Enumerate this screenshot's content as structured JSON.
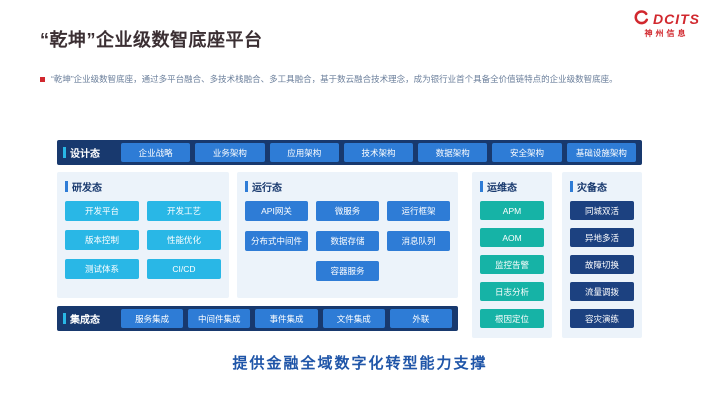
{
  "logo": {
    "brand": "DCITS",
    "company": "神州信息"
  },
  "slide": {
    "title": "“乾坤”企业级数智底座平台",
    "intro": "“乾坤”企业级数智底座，通过多平台融合、多技术栈融合、多工具融合，基于数云融合技术理念，成为银行业首个具备全价值链特点的企业级数智底座。",
    "footer": "提供金融全域数字化转型能力支撑"
  },
  "diagram": {
    "design": {
      "label": "设计态",
      "items": [
        "企业战略",
        "业务架构",
        "应用架构",
        "技术架构",
        "数据架构",
        "安全架构",
        "基础设施架构"
      ]
    },
    "dev": {
      "label": "研发态",
      "items": [
        "开发平台",
        "开发工艺",
        "版本控制",
        "性能优化",
        "测试体系",
        "CI/CD"
      ]
    },
    "runtime": {
      "label": "运行态",
      "items": [
        "API网关",
        "微服务",
        "运行框架",
        "分布式中间件",
        "数据存储",
        "消息队列",
        "容器服务"
      ]
    },
    "ops": {
      "label": "运维态",
      "items": [
        "APM",
        "AOM",
        "监控告警",
        "日志分析",
        "根因定位"
      ]
    },
    "disaster": {
      "label": "灾备态",
      "items": [
        "同城双活",
        "异地多活",
        "故障切换",
        "流量调拨",
        "容灾演练"
      ]
    },
    "integration": {
      "label": "集成态",
      "items": [
        "服务集成",
        "中间件集成",
        "事件集成",
        "文件集成",
        "外联"
      ]
    }
  },
  "colors": {
    "navy": "#18396e",
    "blue": "#2e7cd6",
    "cyan": "#29b7e6",
    "teal": "#16b3a6",
    "dark_navy_chip": "#1c4180",
    "panel_bg": "#ecf3fa",
    "brand_red": "#d1282e",
    "footer_blue": "#1f55a8",
    "title_color": "#3b2f33",
    "intro_text_color": "#6b7f9b"
  }
}
